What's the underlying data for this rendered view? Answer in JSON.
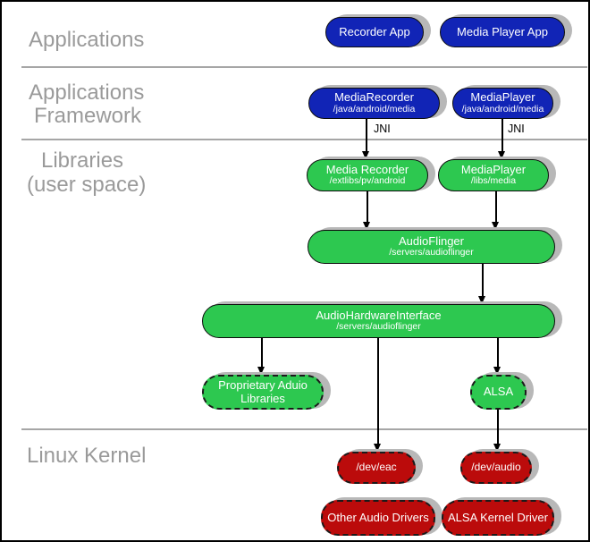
{
  "layers": {
    "applications": {
      "line1": "Applications"
    },
    "framework": {
      "line1": "Applications",
      "line2": "Framework"
    },
    "libraries": {
      "line1": "Libraries",
      "line2": "(user space)"
    },
    "kernel": {
      "line1": "Linux Kernel"
    }
  },
  "jni": {
    "left": "JNI",
    "right": "JNI"
  },
  "nodes": {
    "recorder_app": {
      "title": "Recorder App"
    },
    "media_player_app": {
      "title": "Media Player App"
    },
    "media_recorder_framework": {
      "title": "MediaRecorder",
      "path": "/java/android/media"
    },
    "media_player_framework": {
      "title": "MediaPlayer",
      "path": "/java/android/media"
    },
    "media_recorder_library": {
      "title": "Media Recorder",
      "path": "/extlibs/pv/android"
    },
    "media_player_library": {
      "title": "MediaPlayer",
      "path": "/libs/media"
    },
    "audioflinger": {
      "title": "AudioFlinger",
      "path": "/servers/audioflinger"
    },
    "audio_hardware_interface": {
      "title": "AudioHardwareInterface",
      "path": "/servers/audioflinger"
    },
    "proprietary_audio_libs": {
      "title": "Proprietary Aduio Libraries"
    },
    "alsa": {
      "title": "ALSA"
    },
    "dev_eac": {
      "title": "/dev/eac"
    },
    "dev_audio": {
      "title": "/dev/audio"
    },
    "other_audio_drivers": {
      "title": "Other Audio Drivers"
    },
    "alsa_kernel_driver": {
      "title": "ALSA Kernel Driver"
    }
  },
  "colors": {
    "app_blue": "#1124b6",
    "library_green": "#2dc850",
    "kernel_red": "#bb0b0b",
    "label_gray": "#9a9a9a",
    "divider_gray": "#a6a6a6",
    "shadow_gray": "#b8b8b8",
    "connector_black": "#000000"
  }
}
